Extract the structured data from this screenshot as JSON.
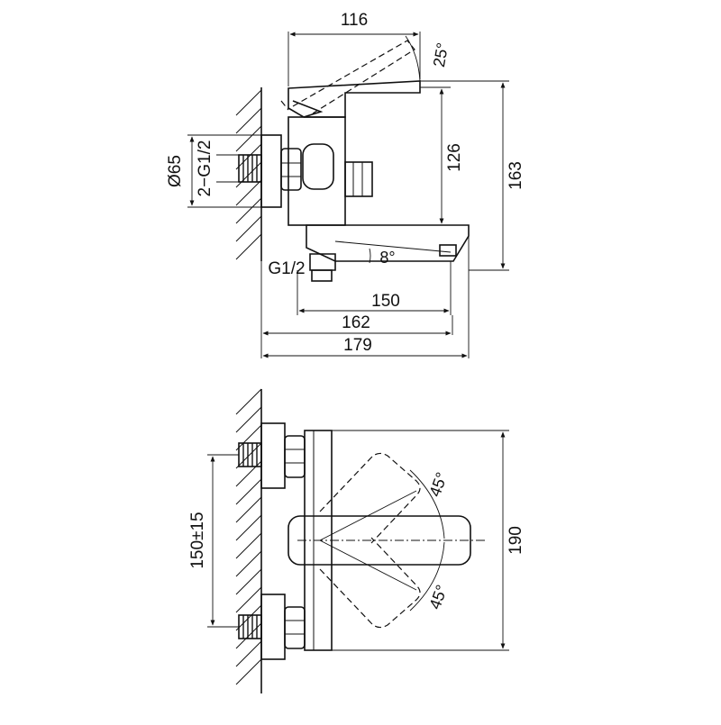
{
  "side_view": {
    "dim_width_top": "116",
    "angle_lever": "25°",
    "dim_body_height": "126",
    "dim_total_height": "163",
    "dim_flange_diameter": "Ø65",
    "thread_inlets": "2−G1/2",
    "angle_spout": "8°",
    "thread_outlet": "G1/2",
    "dim_spout_150": "150",
    "dim_spout_162": "162",
    "dim_total_179": "179"
  },
  "front_view": {
    "dim_centers": "150±15",
    "angle_upper": "45°",
    "angle_lower": "45°",
    "dim_length": "190"
  }
}
